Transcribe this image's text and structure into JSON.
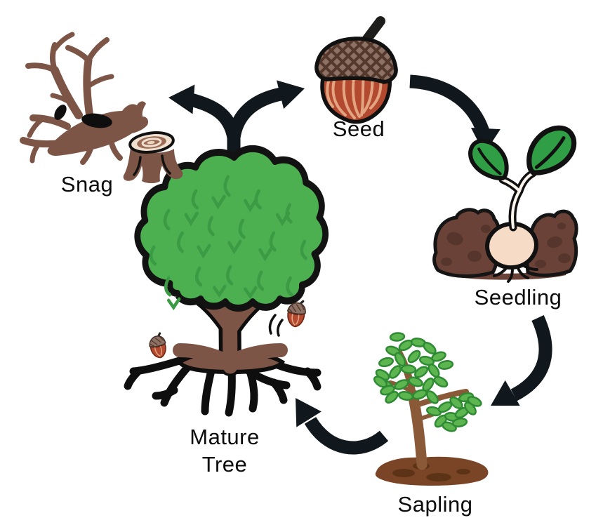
{
  "diagram": {
    "type": "cycle-diagram",
    "subject": "tree-life-cycle",
    "labels": {
      "seed": "Seed",
      "seedling": "Seedling",
      "sapling": "Sapling",
      "mature_line1": "Mature",
      "mature_line2": "Tree",
      "snag": "Snag"
    },
    "stages": [
      {
        "id": "seed",
        "label": "Seed",
        "icon": "acorn-icon"
      },
      {
        "id": "seedling",
        "label": "Seedling",
        "icon": "sprout-in-soil-icon"
      },
      {
        "id": "sapling",
        "label": "Sapling",
        "icon": "young-tree-icon"
      },
      {
        "id": "mature_tree",
        "label": "Mature Tree",
        "icon": "large-tree-with-roots-icon",
        "details": "two falling acorns with motion lines"
      },
      {
        "id": "snag",
        "label": "Snag",
        "icon": "dead-fallen-tree-and-stump-icon"
      }
    ],
    "connections": [
      {
        "from": "Seed",
        "to": "Seedling",
        "style": "curved-black-arrow"
      },
      {
        "from": "Seedling",
        "to": "Sapling",
        "style": "curved-black-arrow"
      },
      {
        "from": "Sapling",
        "to": "Mature Tree",
        "style": "curved-black-arrow"
      },
      {
        "from": "Mature Tree",
        "to": "Snag",
        "style": "y-split-black-arrow-left"
      },
      {
        "from": "Mature Tree",
        "to": "Seed",
        "style": "y-split-black-arrow-right"
      }
    ],
    "colors": {
      "background": "#ffffff",
      "arrow": "#10171d",
      "label_text": "#0b0b0b",
      "canopy_green": "#4caf50",
      "canopy_vein_green": "#3b9a44",
      "seedling_leaf_green": "#2f9e44",
      "sapling_leaf_green": "#5cb54e",
      "sapling_leaf_edge": "#2f8b33",
      "trunk_brown": "#7d5547",
      "sapling_trunk_brown": "#8a5a38",
      "soil_dark_brown": "#6b4237",
      "soil_patch_brown": "#56362c",
      "sapling_soil_brown": "#7a4527",
      "sapling_soil_patch": "#5d3317",
      "acorn_body_red_brown": "#b3492e",
      "acorn_streak_tan": "#e2a481",
      "acorn_cap_brown": "#8d7164",
      "acorn_cap_hatch": "#53382b",
      "seed_shell_cream": "#f6dcc7",
      "stump_ring_cream": "#f0e0d0",
      "stump_ring_brown": "#9b6b56",
      "outline_black": "#111111"
    }
  }
}
